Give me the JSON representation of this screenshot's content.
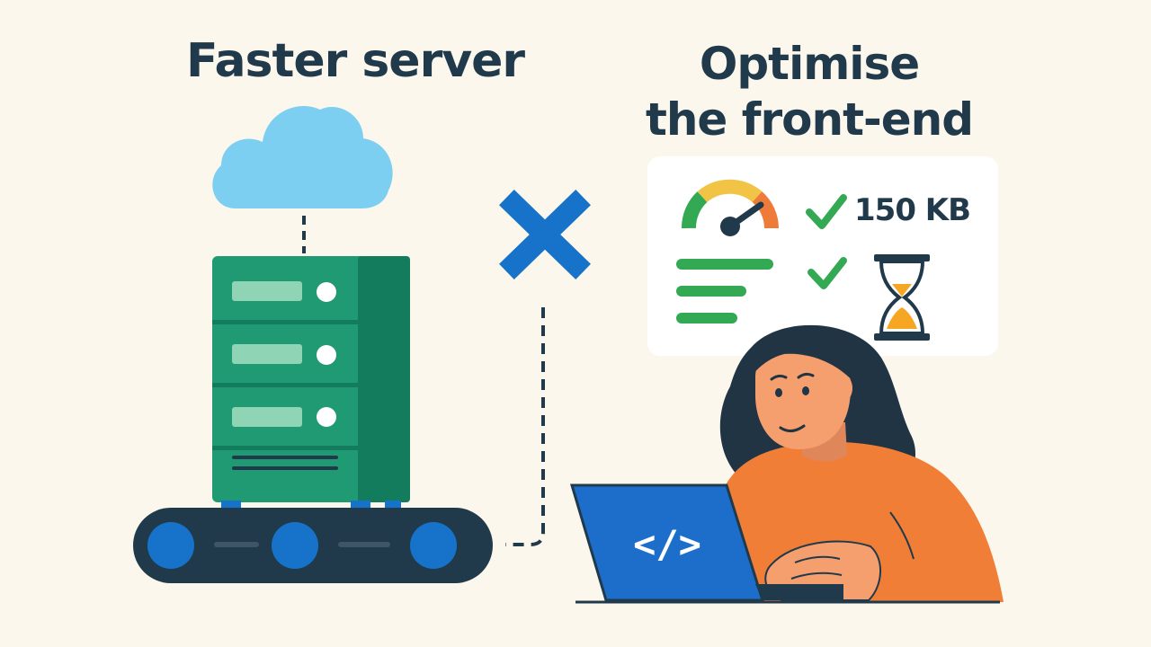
{
  "left_panel": {
    "title": "Faster server"
  },
  "right_panel": {
    "title_line1": "Optimise",
    "title_line2": "the front-end",
    "metrics": {
      "page_size": "150 KB"
    }
  },
  "laptop": {
    "screen_glyph": "</>"
  },
  "icons": {
    "cloud": "cloud-icon",
    "server": "server-rack-icon",
    "conveyor": "conveyor-belt-icon",
    "cross": "cross-icon",
    "gauge": "speed-gauge-icon",
    "check": "check-icon",
    "hourglass": "hourglass-icon",
    "laptop": "laptop-icon",
    "person": "developer-person-icon"
  },
  "colors": {
    "background": "#fcf7ec",
    "heading": "#213a4b",
    "server_green": "#1f9a72",
    "server_dark_green": "#127c5d",
    "cloud_blue": "#7ccff0",
    "cross_blue": "#1673c9",
    "check_green": "#32a952",
    "laptop_blue": "#1d6ecb",
    "shirt_orange": "#f07e36",
    "hair": "#203444"
  }
}
